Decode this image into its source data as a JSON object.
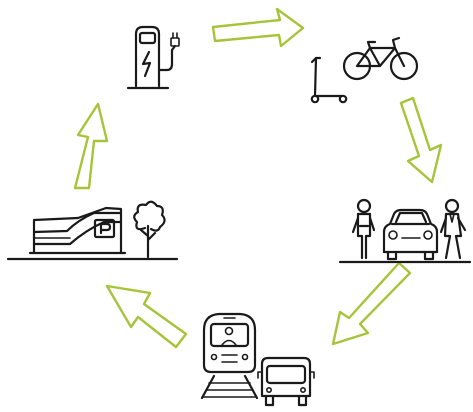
{
  "diagram": {
    "nodes": [
      {
        "id": "charging-station",
        "icon": "ev-charging-station-icon"
      },
      {
        "id": "micro-mobility",
        "icon": "bicycle-and-scooter-icon"
      },
      {
        "id": "carsharing",
        "icon": "people-and-car-icon"
      },
      {
        "id": "public-transport",
        "icon": "train-and-bus-icon"
      },
      {
        "id": "park-and-ride",
        "icon": "parking-garage-icon"
      }
    ],
    "arrows": [
      {
        "from": "charging-station",
        "to": "micro-mobility"
      },
      {
        "from": "micro-mobility",
        "to": "carsharing"
      },
      {
        "from": "carsharing",
        "to": "public-transport"
      },
      {
        "from": "public-transport",
        "to": "park-and-ride"
      },
      {
        "from": "park-and-ride",
        "to": "charging-station"
      }
    ],
    "colors": {
      "arrow": "#a6c43a",
      "ink": "#1a1a1a",
      "background": "#ffffff"
    }
  }
}
